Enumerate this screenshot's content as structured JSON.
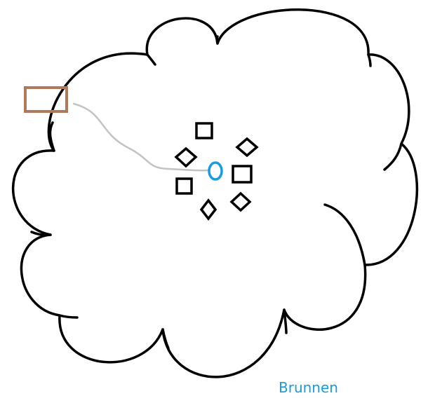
{
  "map": {
    "legend": {
      "well_label": "Brunnen"
    },
    "colors": {
      "outline": "#000000",
      "well": "#1a9be0",
      "path": "#c3c3c3",
      "gate": "#b07a5a",
      "background": "#ffffff"
    },
    "features": {
      "houses_square": 3,
      "houses_diamond": 4,
      "wells": 1,
      "gates": 1
    }
  }
}
